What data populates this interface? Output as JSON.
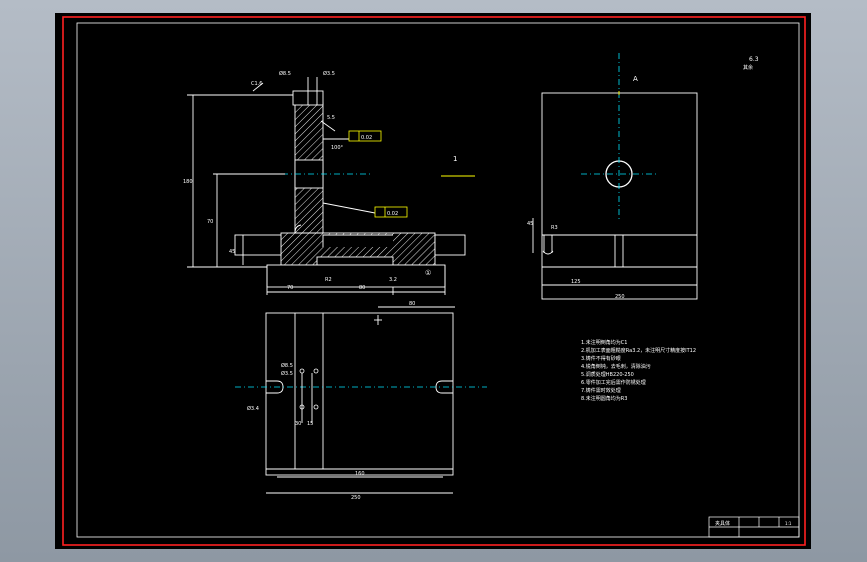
{
  "colors": {
    "background": "#000000",
    "frame": "#ff0000",
    "lines": "#ffffff",
    "centerline": "#00e5ff",
    "hatch": "#ffffff",
    "annotation": "#ffff00",
    "dimension": "#00ff66"
  },
  "front_view": {
    "dims": {
      "top_left_chamfer": "C1.6",
      "top_width": "Ø8.5",
      "top_width_right": "Ø3.5",
      "flat_spec": "0.02",
      "perp_spec": "0.02",
      "angle_label": "100°",
      "height_label": "5.5",
      "height_total": "180",
      "mid_height": "70",
      "base_height": "45",
      "base_label": "R2",
      "bottom_left": "70",
      "bottom_right": "80",
      "bottom_mark": "3.2",
      "circle_mark": "①",
      "side_mark": "1"
    }
  },
  "side_view": {
    "section_label": "A",
    "roughness": "6.3",
    "roughness_note": "其余",
    "dims": {
      "left_height": "45",
      "left_mark": "R3",
      "bottom_width": "125",
      "total_width": "250"
    }
  },
  "top_view": {
    "dims": {
      "top_right": "80",
      "left_mark_a": "Ø8.5",
      "left_mark_b": "Ø3.5",
      "left_slot": "Ø3.4",
      "hole_dim_a": "30",
      "hole_dim_b": "15",
      "inner_width": "160",
      "outer_width": "250"
    }
  },
  "notes": [
    "1.未注明倒角均为C1",
    "2.机加工表面粗糙度Ra3.2，未注明尺寸精度按IT12",
    "3.铸件不得有砂眼",
    "4.锐角倒钝，去毛刺，清除油污",
    "5.调质处理HB220-250",
    "6.零件加工完后需作防锈处理",
    "7.铸件需时效处理",
    "8.未注明圆角均为R3"
  ],
  "title_block": {
    "name": "夹具体",
    "scale": "1:1"
  }
}
